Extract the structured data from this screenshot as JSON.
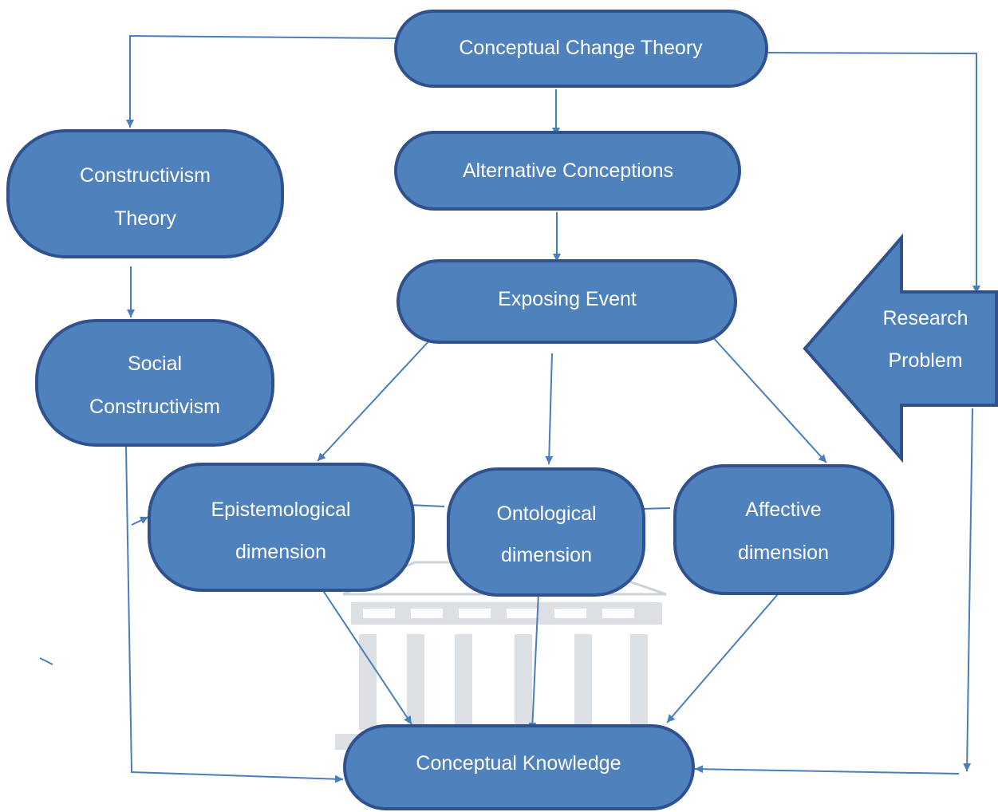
{
  "nodes": {
    "conceptual_change_theory": {
      "lines": [
        "Conceptual Change Theory"
      ]
    },
    "alternative_conceptions": {
      "lines": [
        "Alternative Conceptions"
      ]
    },
    "constructivism_theory": {
      "lines": [
        "Constructivism",
        "Theory"
      ]
    },
    "exposing_event": {
      "lines": [
        "Exposing Event"
      ]
    },
    "social_constructivism": {
      "lines": [
        "Social",
        "Constructivism"
      ]
    },
    "epistemological_dimension": {
      "lines": [
        "Epistemological",
        "dimension"
      ]
    },
    "ontological_dimension": {
      "lines": [
        "Ontological",
        "dimension"
      ]
    },
    "affective_dimension": {
      "lines": [
        "Affective",
        "dimension"
      ]
    },
    "conceptual_knowledge": {
      "lines": [
        "Conceptual Knowledge"
      ]
    },
    "research_problem": {
      "lines": [
        "Research",
        "Problem"
      ]
    }
  },
  "colors": {
    "node_fill": "#4f81bd",
    "node_border": "#2f528f",
    "connector": "#4a7ebb",
    "text": "#ffffff"
  }
}
